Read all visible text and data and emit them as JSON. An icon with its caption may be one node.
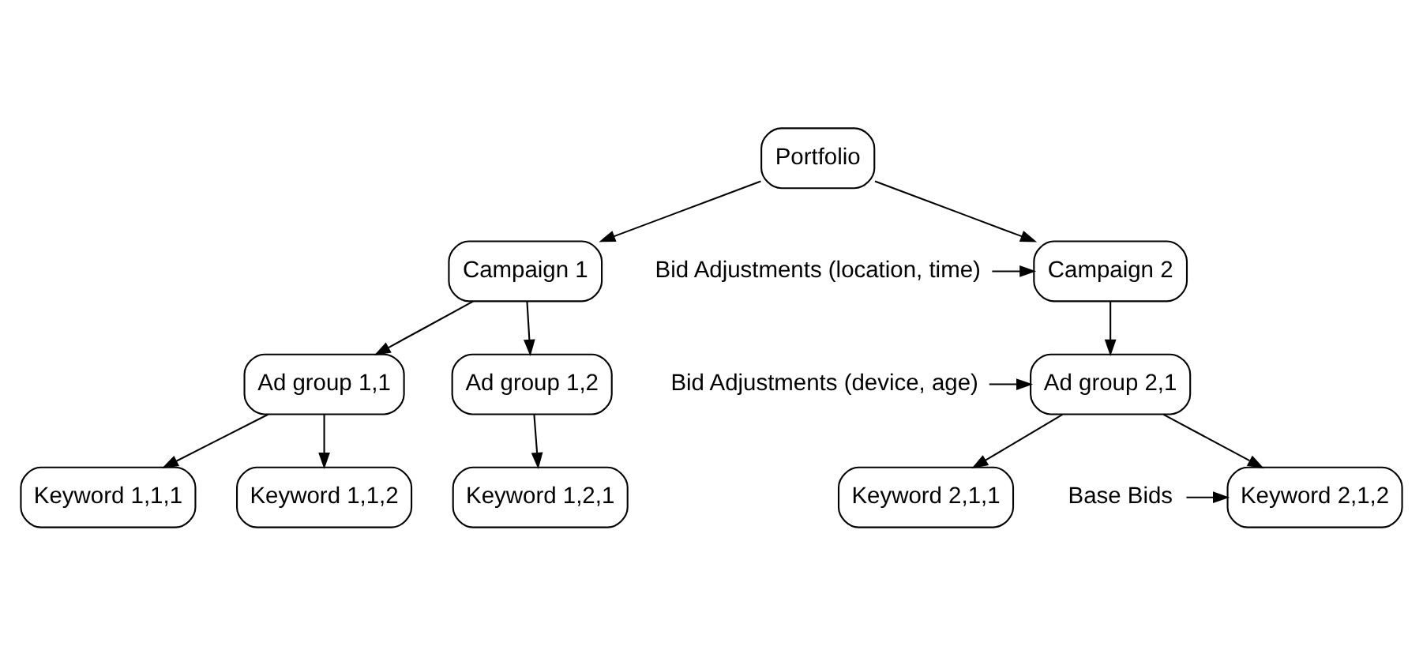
{
  "diagram": {
    "nodes": [
      {
        "text": [
          "Portfolio"
        ]
      },
      {
        "text": [
          "Campaign 1"
        ]
      },
      {
        "text": [
          "Campaign 2"
        ]
      },
      {
        "text": [
          "Ad group 1,1"
        ]
      },
      {
        "text": [
          "Ad group 1,2"
        ]
      },
      {
        "text": [
          "Ad group 2,1"
        ]
      },
      {
        "text": [
          "Keyword 1,1,1"
        ]
      },
      {
        "text": [
          "Keyword 1,1,2"
        ]
      },
      {
        "text": [
          "Keyword 1,2,1"
        ]
      },
      {
        "text": [
          "Keyword 2,1,1"
        ]
      },
      {
        "text": [
          "Keyword 2,1,2"
        ]
      },
      {
        "text": [
          "Bid Adjustments (location, time)"
        ]
      },
      {
        "text": [
          "Bid Adjustments (device, age)"
        ]
      },
      {
        "text": [
          "Base Bids"
        ]
      }
    ],
    "edges": [
      {
        "from": 0,
        "to": 1,
        "arrow": "to"
      },
      {
        "from": 0,
        "to": 2,
        "arrow": "to"
      },
      {
        "from": 1,
        "to": 3,
        "arrow": "to"
      },
      {
        "from": 1,
        "to": 4,
        "arrow": "to"
      },
      {
        "from": 2,
        "to": 5,
        "arrow": "to"
      },
      {
        "from": 3,
        "to": 6,
        "arrow": "to"
      },
      {
        "from": 3,
        "to": 7,
        "arrow": "to"
      },
      {
        "from": 4,
        "to": 8,
        "arrow": "to"
      },
      {
        "from": 5,
        "to": 9,
        "arrow": "to"
      },
      {
        "from": 5,
        "to": 10,
        "arrow": "to"
      },
      {
        "from": 11,
        "to": 2,
        "arrow": "to"
      },
      {
        "from": 12,
        "to": 5,
        "arrow": "to"
      },
      {
        "from": 13,
        "to": 10,
        "arrow": "to"
      }
    ]
  }
}
